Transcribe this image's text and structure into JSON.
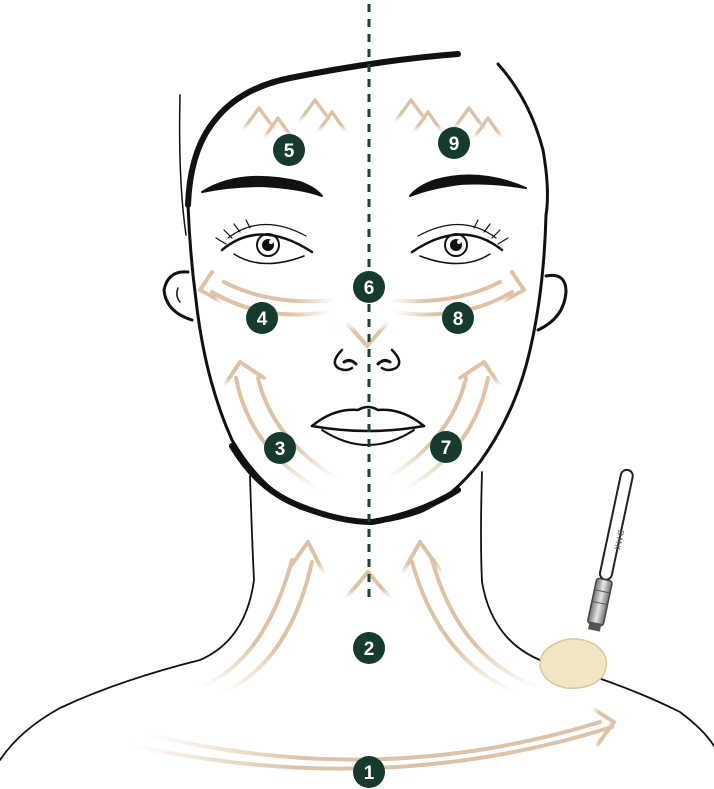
{
  "colors": {
    "line": "#111111",
    "arrow": "#dcc2a6",
    "badge": "#163a2c",
    "badge_text": "#ffffff",
    "sponge": "#f2e6c2",
    "brush_metal": "#9a9a9a"
  },
  "steps": [
    {
      "id": "1",
      "label": "1"
    },
    {
      "id": "2",
      "label": "2"
    },
    {
      "id": "3",
      "label": "3"
    },
    {
      "id": "4",
      "label": "4"
    },
    {
      "id": "5",
      "label": "5"
    },
    {
      "id": "6",
      "label": "6"
    },
    {
      "id": "7",
      "label": "7"
    },
    {
      "id": "8",
      "label": "8"
    },
    {
      "id": "9",
      "label": "9"
    }
  ],
  "brush": {
    "brand": "DMK"
  }
}
